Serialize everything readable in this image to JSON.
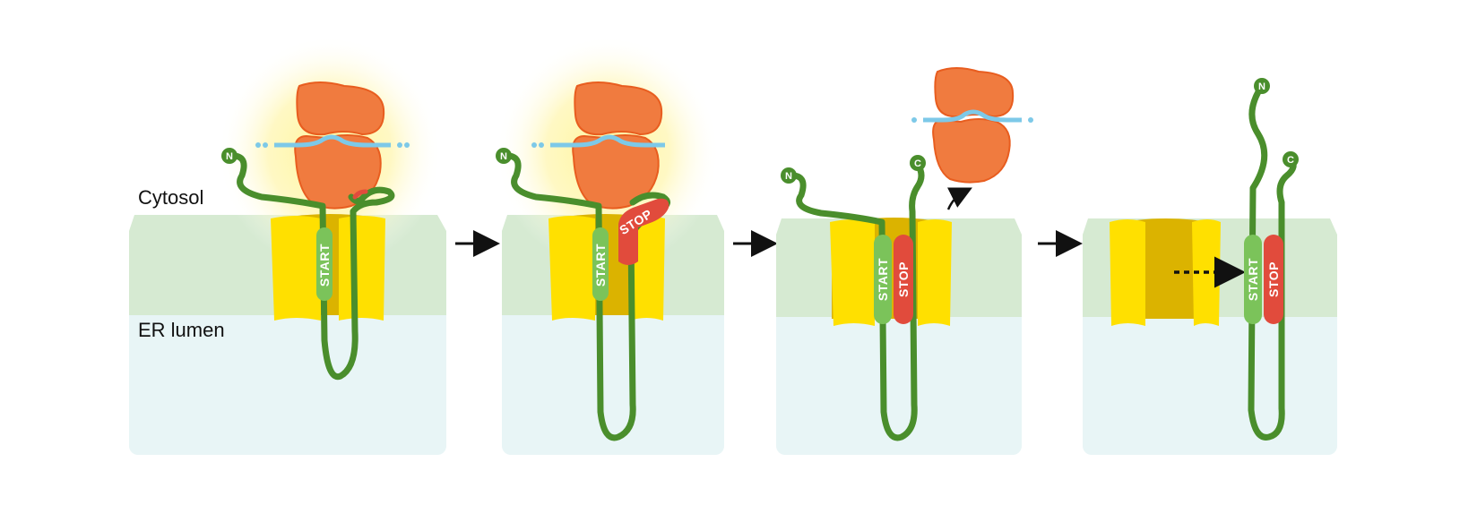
{
  "labels": {
    "cytosol": "Cytosol",
    "er_lumen": "ER lumen"
  },
  "segments": {
    "start": "START",
    "stop": "STOP"
  },
  "termini": {
    "n": "N",
    "c": "C"
  },
  "colors": {
    "membrane": "#d6ead2",
    "lumen": "#e8f5f6",
    "translocon": "#ffe000",
    "translocon_dark": "#dbb300",
    "ribosome": "#f07b3f",
    "ribosome_edge": "#e85d1f",
    "mrna": "#7dc9e8",
    "chain": "#4a8e2c",
    "start_segment": "#7bc35a",
    "stop_segment": "#e14b3c",
    "glow": "#fff2a0",
    "arrow": "#111111"
  },
  "steps": [
    {
      "panel": 1,
      "ribosome_bound": true,
      "segments": [
        "start"
      ]
    },
    {
      "panel": 2,
      "ribosome_bound": true,
      "segments": [
        "start",
        "stop"
      ]
    },
    {
      "panel": 3,
      "ribosome_bound": false,
      "segments": [
        "start",
        "stop"
      ]
    },
    {
      "panel": 4,
      "ribosome_bound": false,
      "segments": [
        "start",
        "stop"
      ],
      "released_laterally": true
    }
  ]
}
